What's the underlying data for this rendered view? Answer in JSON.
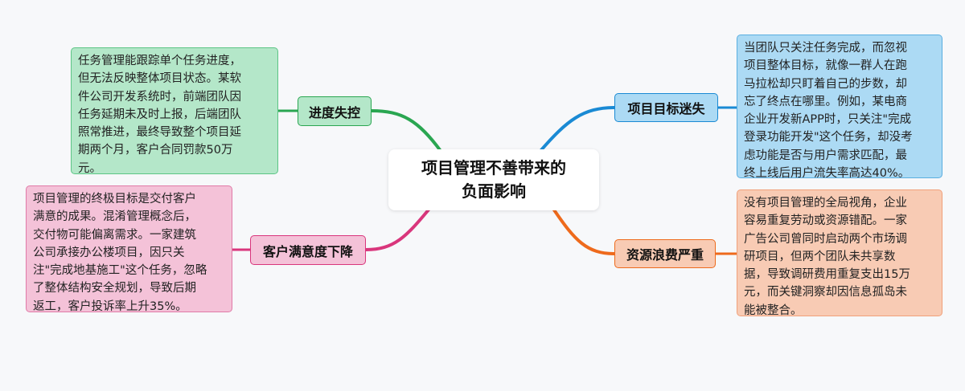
{
  "center": {
    "lines": [
      "项目管理不善带来的",
      "负面影响"
    ]
  },
  "branches": [
    {
      "label": "进度失控",
      "color": "#2aa651",
      "fill": "#b4e7c9",
      "detail": [
        "任务管理能跟踪单个任务进度，",
        "但无法反映整体项目状态。某软",
        "件公司开发系统时，前端团队因",
        "任务延期未及时上报，后端团队",
        "照常推进，最终导致整个项目延",
        "期两个月，客户合同罚款50万",
        "元。"
      ]
    },
    {
      "label": "项目目标迷失",
      "color": "#1a8ad4",
      "fill": "#acdaf4",
      "detail": [
        "当团队只关注任务完成，而忽视",
        "项目整体目标，就像一群人在跑",
        "马拉松却只盯着自己的步数，却",
        "忘了终点在哪里。例如，某电商",
        "企业开发新APP时，只关注\"完成",
        "登录功能开发\"这个任务，却没考",
        "虑功能是否与用户需求匹配，最",
        "终上线后用户流失率高达40%。"
      ]
    },
    {
      "label": "客户满意度下降",
      "color": "#d9367c",
      "fill": "#f4c2d8",
      "detail": [
        "项目管理的终极目标是交付客户",
        "满意的成果。混淆管理概念后，",
        "交付物可能偏离需求。一家建筑",
        "公司承接办公楼项目，因只关",
        "注\"完成地基施工\"这个任务，忽略",
        "了整体结构安全规划，导致后期",
        "返工，客户投诉率上升35%。"
      ]
    },
    {
      "label": "资源浪费严重",
      "color": "#ee6a1c",
      "fill": "#f8cbb4",
      "detail": [
        "没有项目管理的全局视角，企业",
        "容易重复劳动或资源错配。一家",
        "广告公司曾同时启动两个市场调",
        "研项目，但两个团队未共享数",
        "据，导致调研费用重复支出15万",
        "元，而关键洞察却因信息孤岛未",
        "能被整合。"
      ]
    }
  ]
}
